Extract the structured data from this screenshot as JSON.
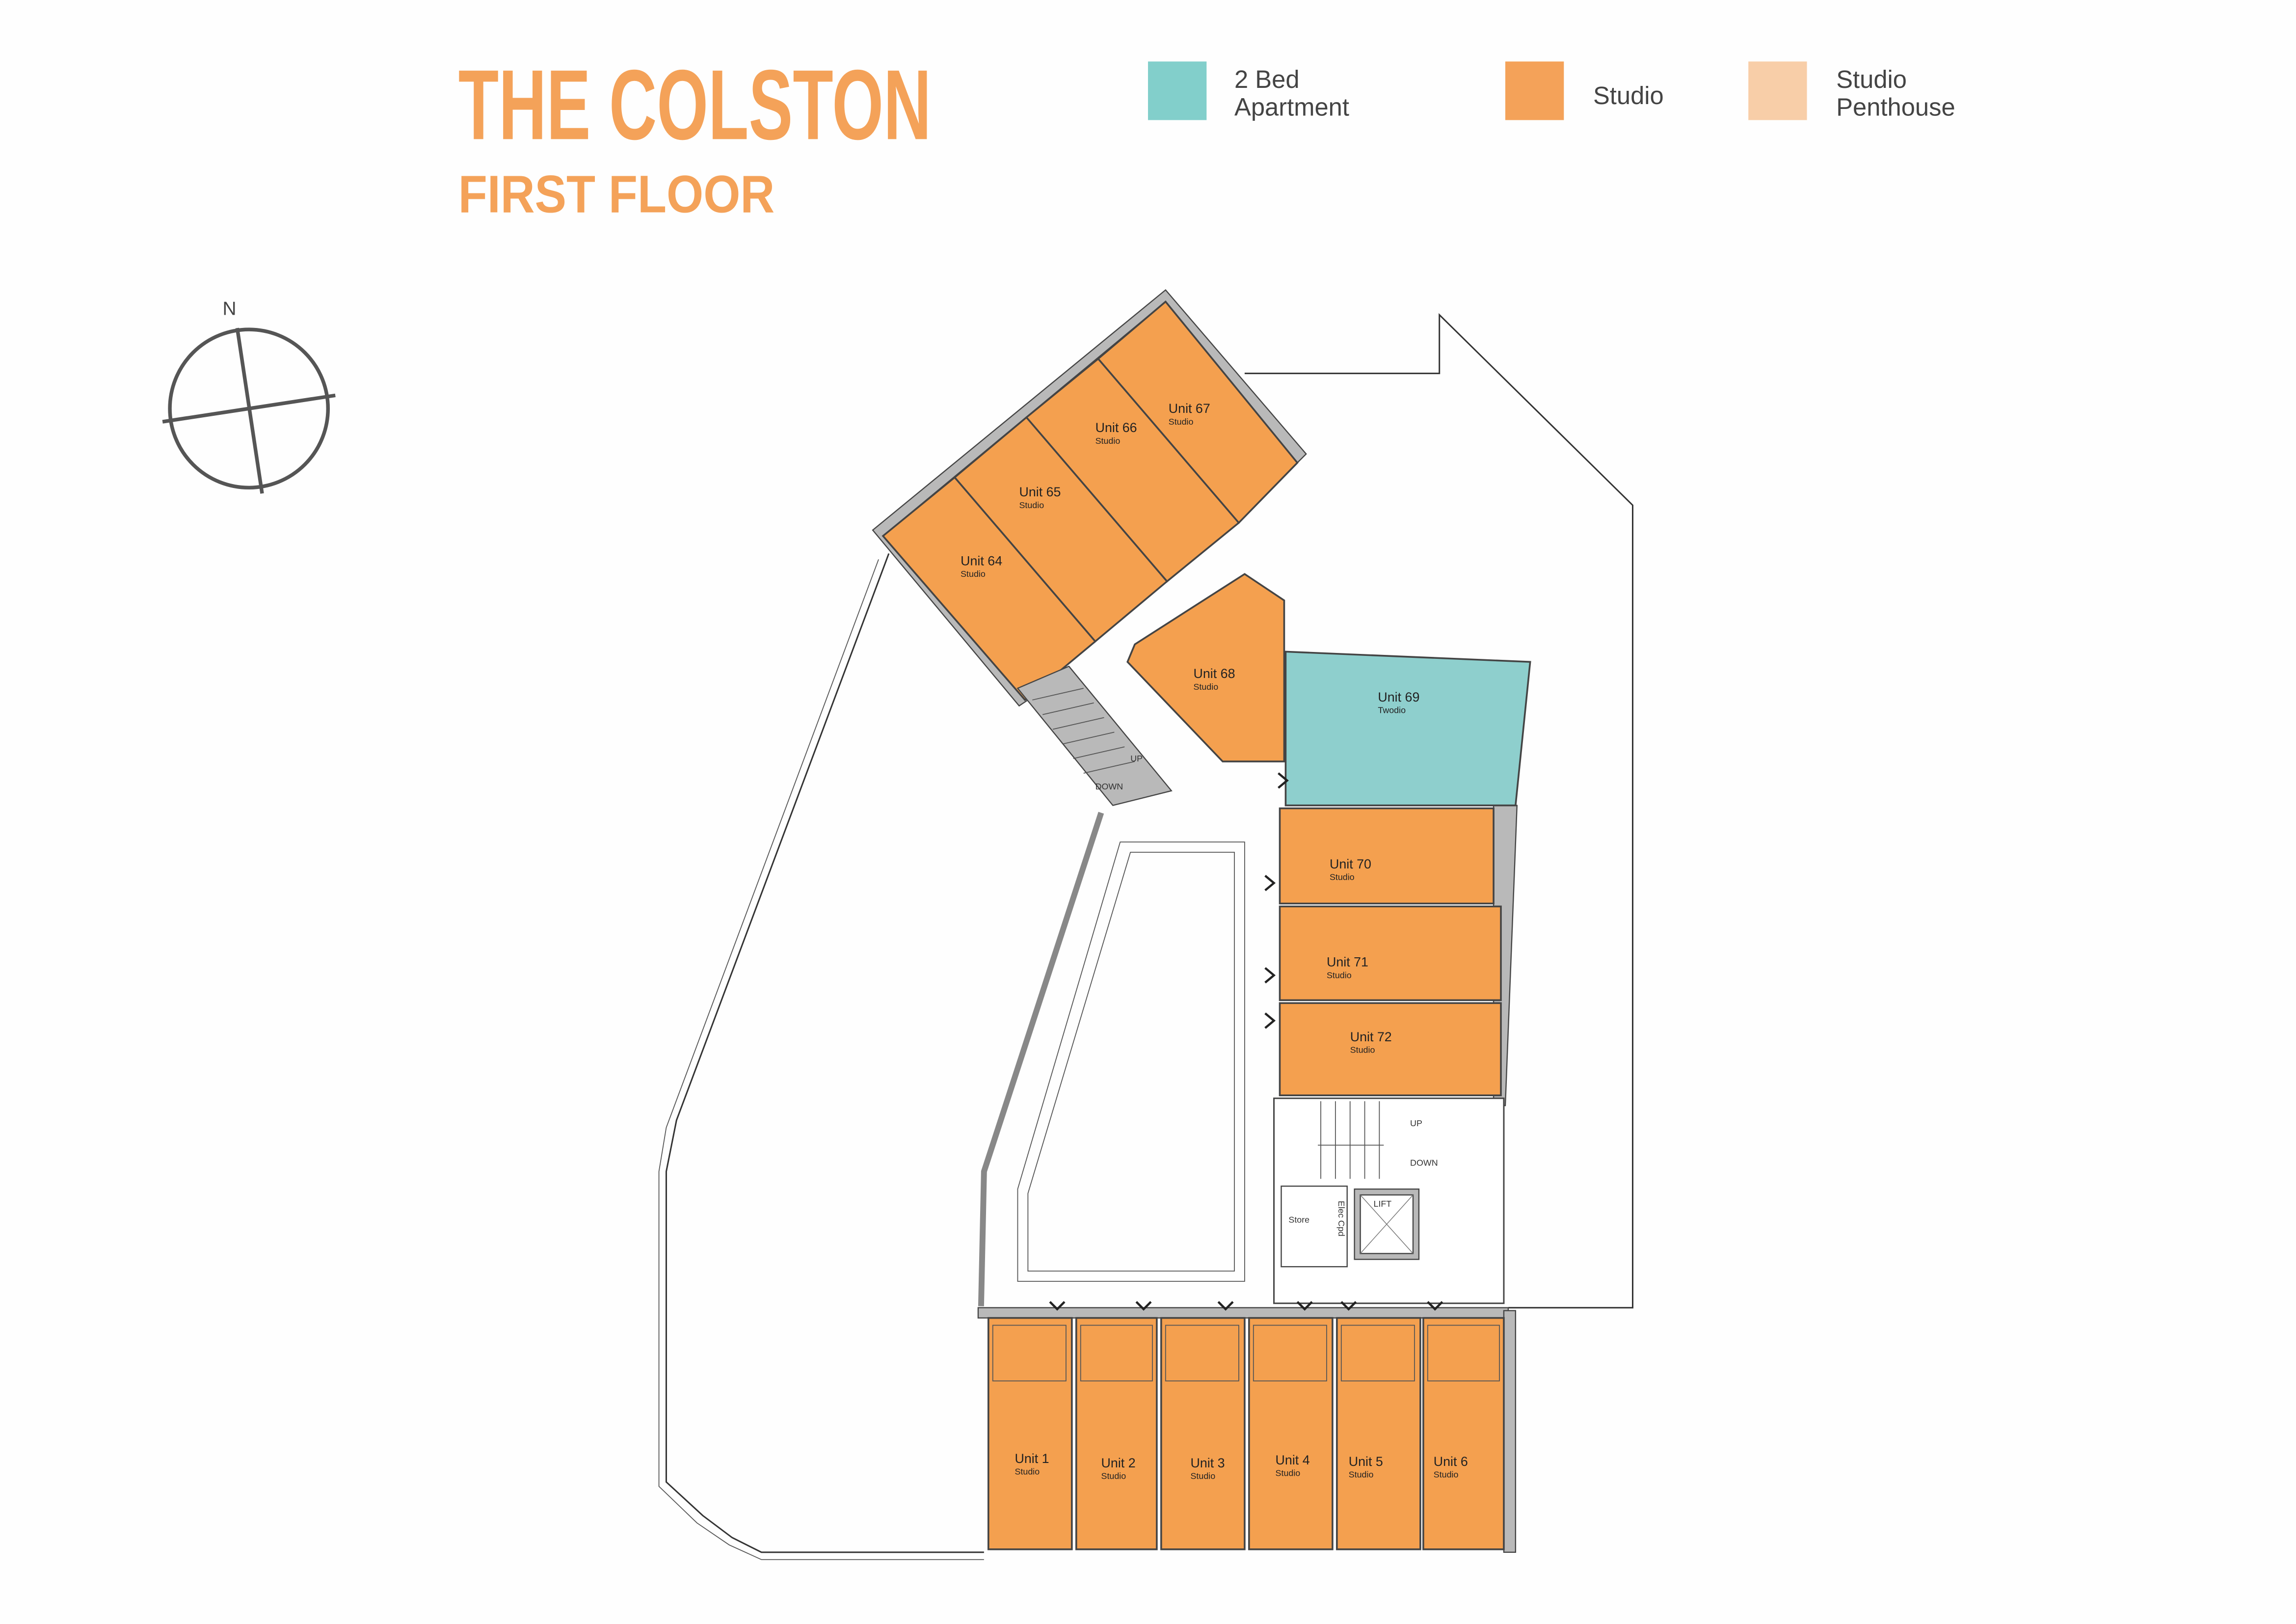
{
  "header": {
    "title": "THE COLSTON",
    "subtitle": "FIRST FLOOR",
    "accent_color": "#F4A259"
  },
  "legend": [
    {
      "line1": "2 Bed",
      "line2": "Apartment",
      "color": "#82CFCB"
    },
    {
      "line1": "Studio",
      "line2": "",
      "color": "#F4A259"
    },
    {
      "line1": "Studio",
      "line2": "Penthouse",
      "color": "#F8CEA8"
    }
  ],
  "compass": {
    "label": "N",
    "icon": "north-compass-icon"
  },
  "units": [
    {
      "name": "Unit 64",
      "type": "Studio"
    },
    {
      "name": "Unit 65",
      "type": "Studio"
    },
    {
      "name": "Unit 66",
      "type": "Studio"
    },
    {
      "name": "Unit 67",
      "type": "Studio"
    },
    {
      "name": "Unit 68",
      "type": "Studio"
    },
    {
      "name": "Unit 69",
      "type": "Twodio"
    },
    {
      "name": "Unit 70",
      "type": "Studio"
    },
    {
      "name": "Unit 71",
      "type": "Studio"
    },
    {
      "name": "Unit 72",
      "type": "Studio"
    },
    {
      "name": "Unit 1",
      "type": "Studio"
    },
    {
      "name": "Unit 2",
      "type": "Studio"
    },
    {
      "name": "Unit 3",
      "type": "Studio"
    },
    {
      "name": "Unit 4",
      "type": "Studio"
    },
    {
      "name": "Unit 5",
      "type": "Studio"
    },
    {
      "name": "Unit 6",
      "type": "Studio"
    }
  ],
  "core": {
    "up": "UP",
    "down": "DOWN",
    "lift": "LIFT",
    "store": "Store",
    "elec": "Elec Cpd"
  },
  "stair_west": {
    "up": "UP",
    "down": "DOWN"
  },
  "colors": {
    "studio": "#F4A04F",
    "twodio": "#8ECFCD",
    "wall": "#B9B9B9"
  }
}
